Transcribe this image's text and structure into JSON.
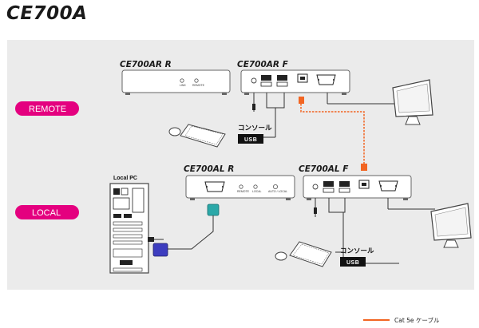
{
  "title": "CE700A",
  "zones": {
    "remote": "REMOTE",
    "local": "LOCAL"
  },
  "devices": {
    "remote_receiver": "CE700AR R",
    "remote_front": "CE700AR F",
    "local_receiver": "CE700AL R",
    "local_front": "CE700AL F",
    "local_pc": "Local PC"
  },
  "port_labels": {
    "link": "LINK",
    "remote": "REMOTE",
    "local": "LOCAL",
    "auto": "AUTO / LOCAL"
  },
  "console": {
    "remote": "コンソール",
    "local": "コンソール",
    "usb": "USB"
  },
  "legend": {
    "cat5e": "Cat 5e ケーブル"
  },
  "colors": {
    "badge": "#e4007f",
    "cat5e": "#f26522",
    "panel": "#ebebeb"
  }
}
